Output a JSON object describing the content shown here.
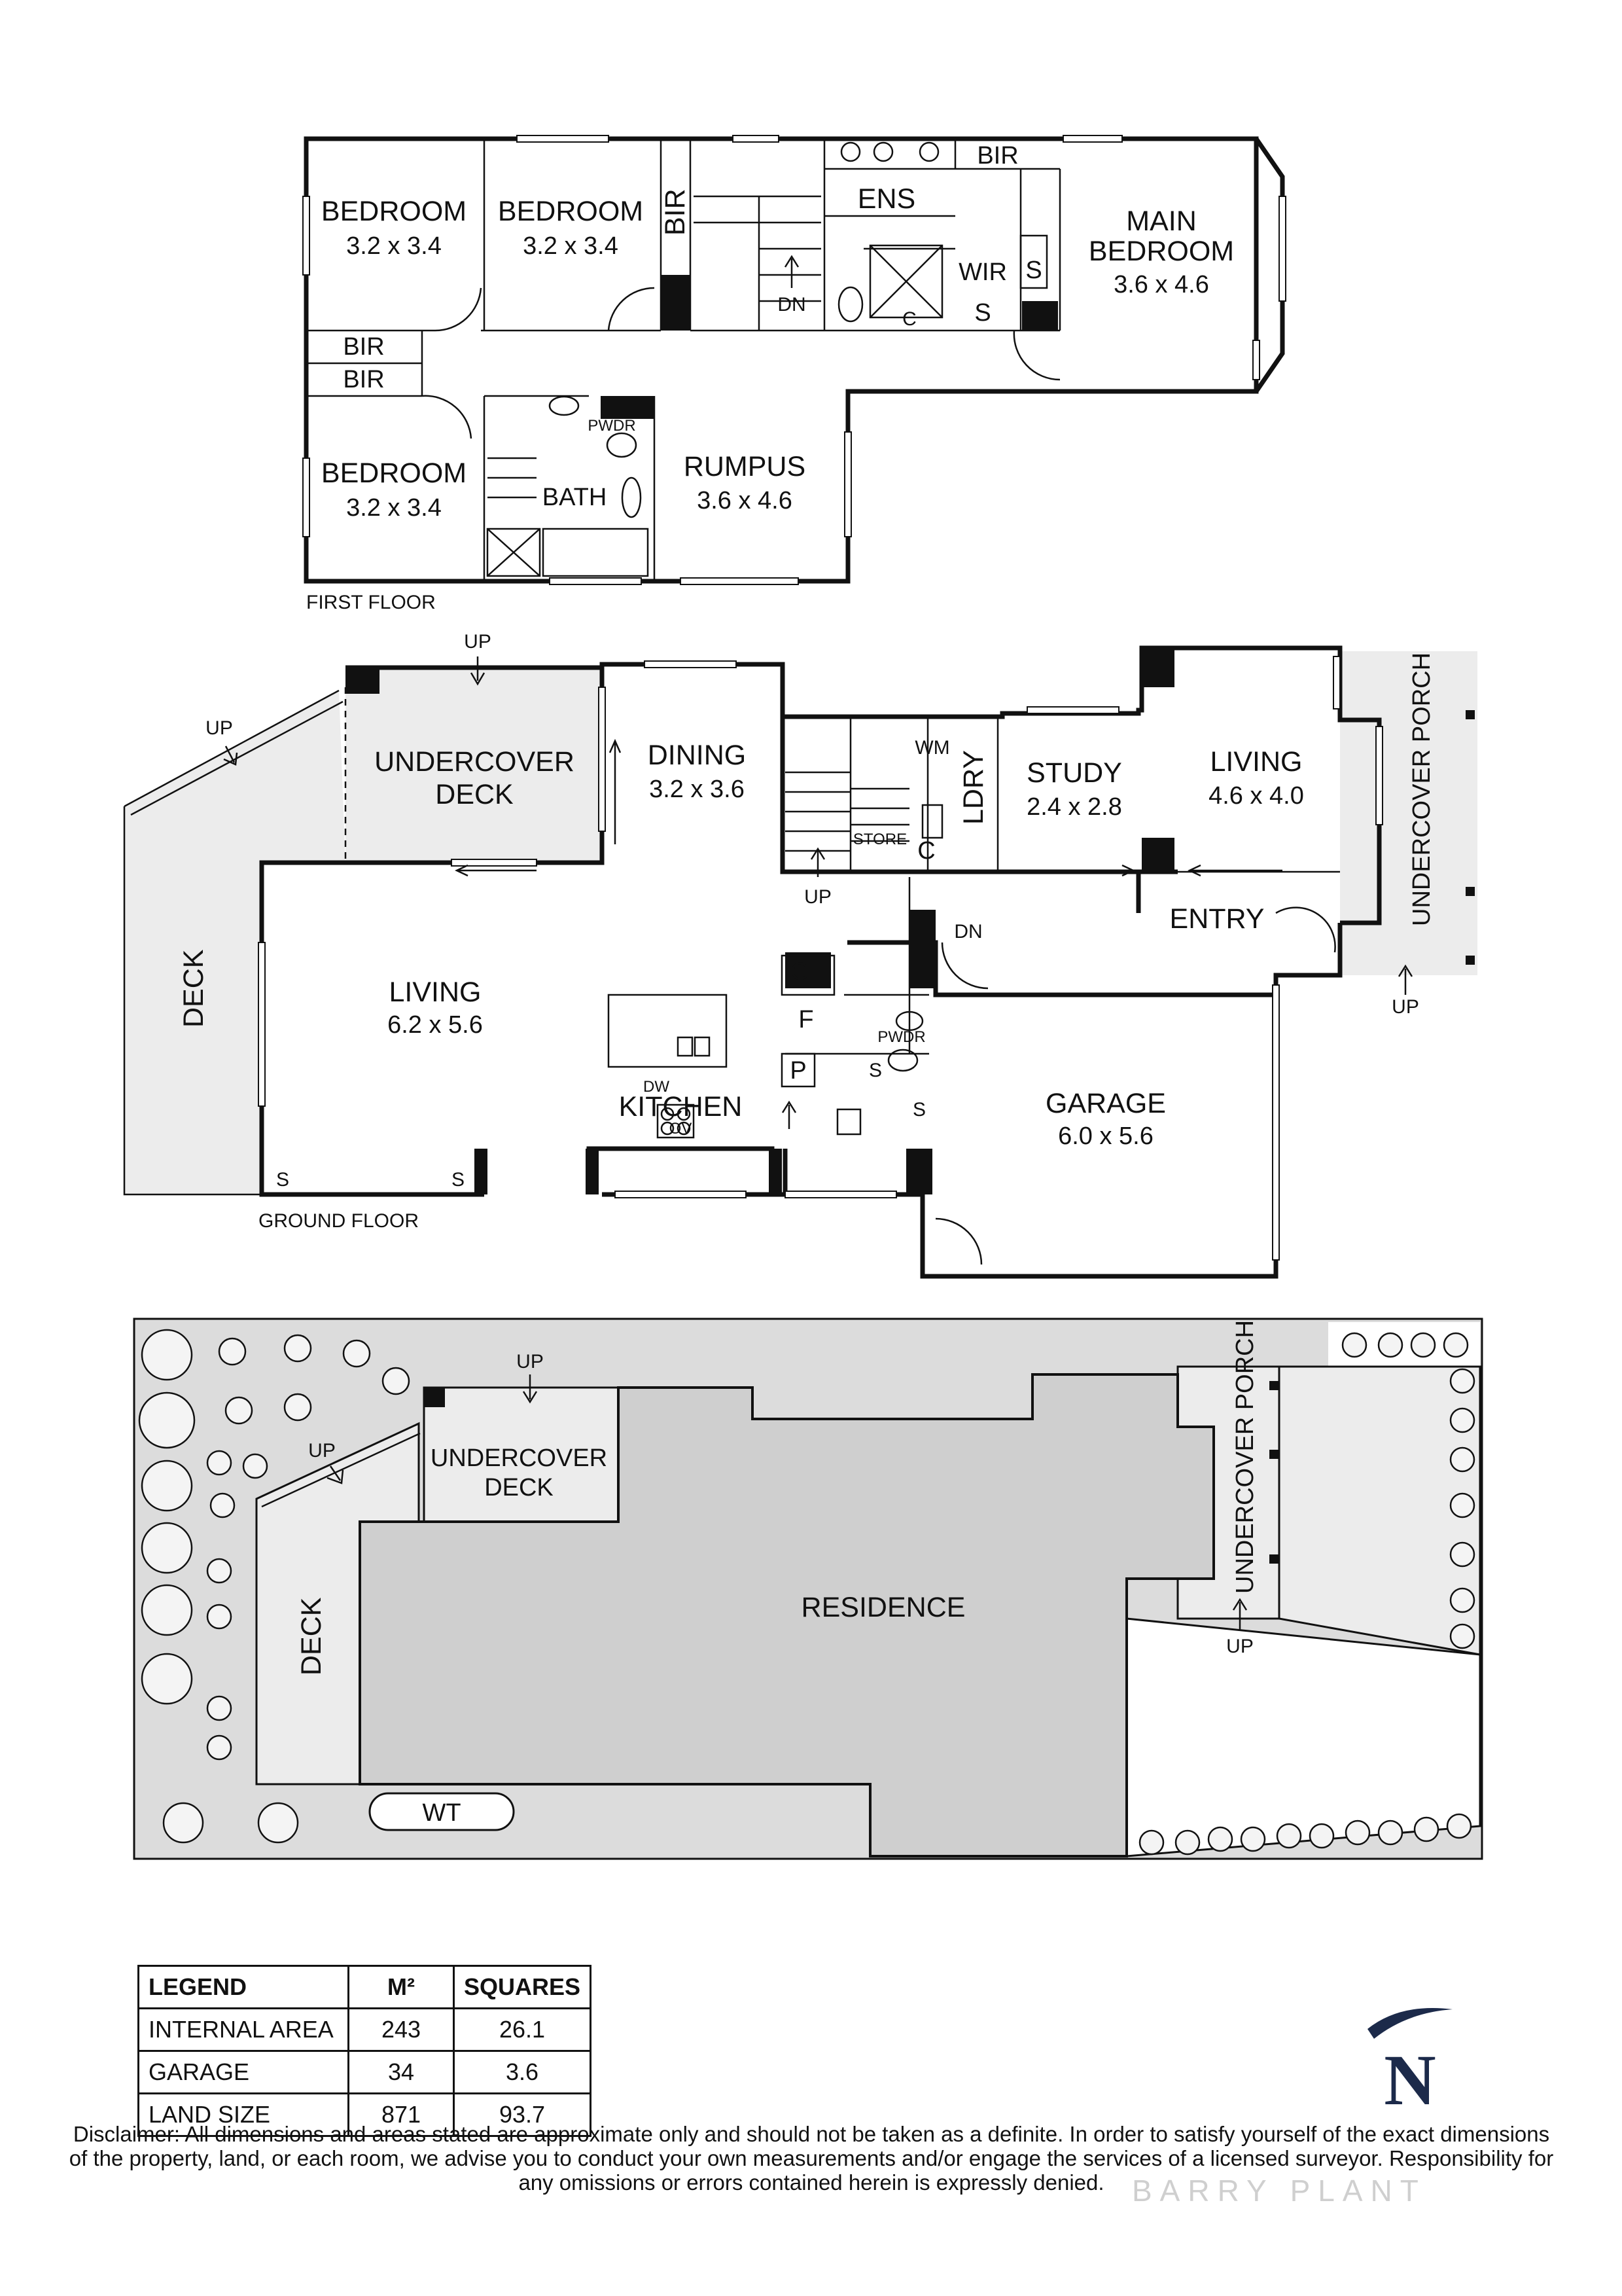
{
  "first_floor": {
    "title": "FIRST FLOOR",
    "rooms": {
      "bedroom1": {
        "name": "BEDROOM",
        "size": "3.2 x 3.4"
      },
      "bedroom2": {
        "name": "BEDROOM",
        "size": "3.2 x 3.4"
      },
      "bedroom3": {
        "name": "BEDROOM",
        "size": "3.2 x 3.4"
      },
      "main_bedroom": {
        "name_line1": "MAIN",
        "name_line2": "BEDROOM",
        "size": "3.6 x 4.6"
      },
      "rumpus": {
        "name": "RUMPUS",
        "size": "3.6 x 4.6"
      }
    },
    "labels": {
      "bir": "BIR",
      "ens": "ENS",
      "wir": "WIR",
      "s": "S",
      "c": "C",
      "dn": "DN",
      "pwdr": "PWDR",
      "bath": "BATH"
    }
  },
  "ground_floor": {
    "title": "GROUND FLOOR",
    "rooms": {
      "dining": {
        "name": "DINING",
        "size": "3.2 x 3.6"
      },
      "living_main": {
        "name": "LIVING",
        "size": "6.2 x 5.6"
      },
      "living_front": {
        "name": "LIVING",
        "size": "4.6 x 4.0"
      },
      "study": {
        "name": "STUDY",
        "size": "2.4 x 2.8"
      },
      "garage": {
        "name": "GARAGE",
        "size": "6.0 x 5.6"
      },
      "kitchen": {
        "name": "KITCHEN"
      }
    },
    "labels": {
      "undercover_deck_1": "UNDERCOVER",
      "undercover_deck_2": "DECK",
      "deck": "DECK",
      "entry": "ENTRY",
      "undercover_porch": "UNDERCOVER PORCH",
      "ldry": "LDRY",
      "wm": "WM",
      "store": "STORE",
      "up": "UP",
      "dn": "DN",
      "pwdr": "PWDR",
      "c": "C",
      "f": "F",
      "p": "P",
      "s": "S",
      "dw": "DW",
      "ov": "OV"
    }
  },
  "site_plan": {
    "labels": {
      "undercover_deck_1": "UNDERCOVER",
      "undercover_deck_2": "DECK",
      "deck": "DECK",
      "residence": "RESIDENCE",
      "undercover_porch": "UNDERCOVER PORCH",
      "up": "UP",
      "wt": "WT"
    }
  },
  "legend": {
    "headers": [
      "LEGEND",
      "M²",
      "SQUARES"
    ],
    "rows": [
      {
        "name": "INTERNAL AREA",
        "m2": "243",
        "squares": "26.1"
      },
      {
        "name": "GARAGE",
        "m2": "34",
        "squares": "3.6"
      },
      {
        "name": "LAND SIZE",
        "m2": "871",
        "squares": "93.7"
      }
    ]
  },
  "compass": {
    "label": "N",
    "color": "#1c2a4a"
  },
  "disclaimer": "Disclaimer: All dimensions and areas stated are approximate only and should not be taken as a definite. In order to satisfy yourself of the exact dimensions of the property, land, or each room, we advise you to conduct your own measurements and/or engage the services of a licensed surveyor. Responsibility for any omissions or errors contained herein is expressly denied.",
  "watermark": "BARRY PLANT"
}
